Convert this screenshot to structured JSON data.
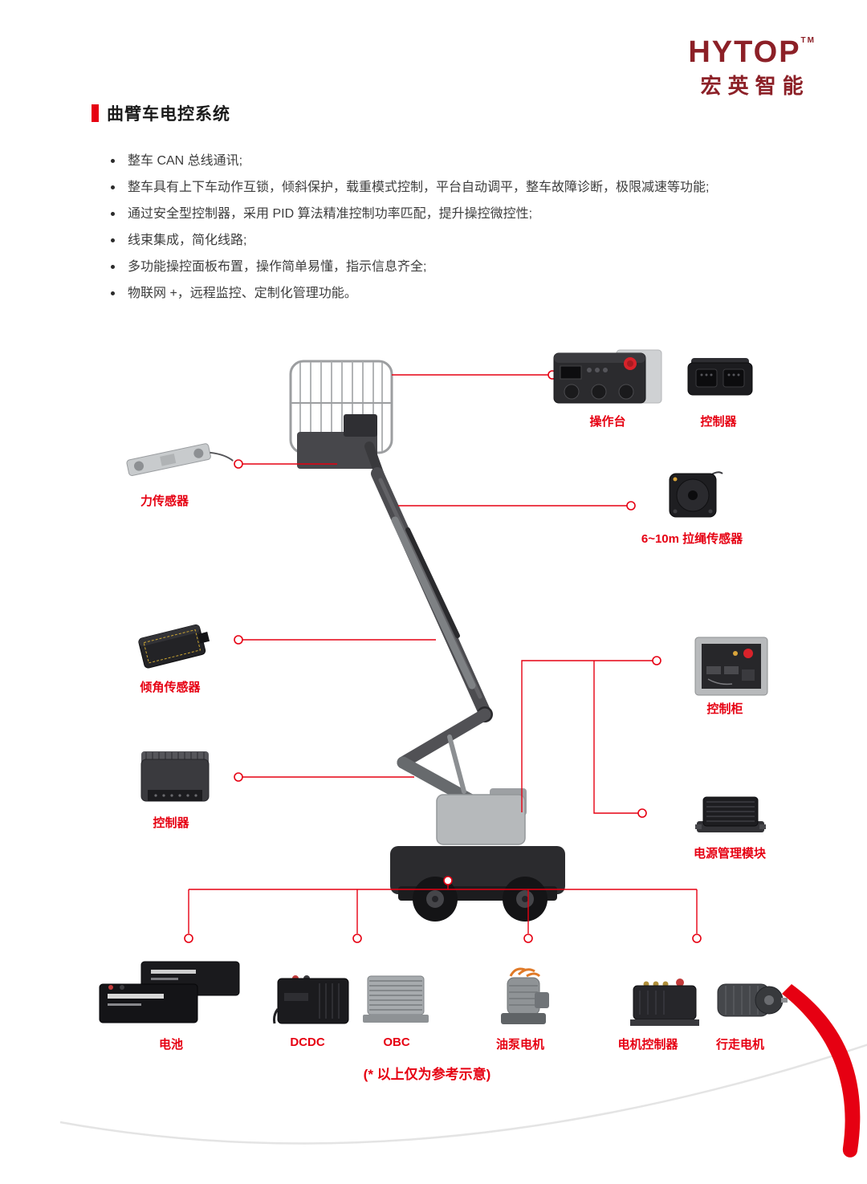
{
  "brand": {
    "name": "HYTOP",
    "tm": "TM",
    "cn": "宏英智能"
  },
  "header": {
    "title": "曲臂车电控系统"
  },
  "features": [
    "整车 CAN 总线通讯;",
    "整车具有上下车动作互锁，倾斜保护，载重模式控制，平台自动调平，整车故障诊断，极限减速等功能;",
    "通过安全型控制器，采用 PID 算法精准控制功率匹配，提升操控微控性;",
    "线束集成，简化线路;",
    "多功能操控面板布置，操作简单易懂，指示信息齐全;",
    "物联网 +，远程监控、定制化管理功能。"
  ],
  "labels": {
    "console": "操作台",
    "controller_top": "控制器",
    "force_sensor": "力传感器",
    "draw_wire_sensor": "6~10m 拉绳传感器",
    "tilt_sensor": "倾角传感器",
    "control_cabinet": "控制柜",
    "controller_left": "控制器",
    "power_module": "电源管理模块",
    "battery": "电池",
    "dcdc": "DCDC",
    "obc": "OBC",
    "pump_motor": "油泵电机",
    "motor_controller": "电机控制器",
    "travel_motor": "行走电机"
  },
  "footnote": "(* 以上仅为参考示意)",
  "colors": {
    "accent": "#E60012",
    "brand": "#8C2027",
    "text": "#3D3D3D"
  }
}
